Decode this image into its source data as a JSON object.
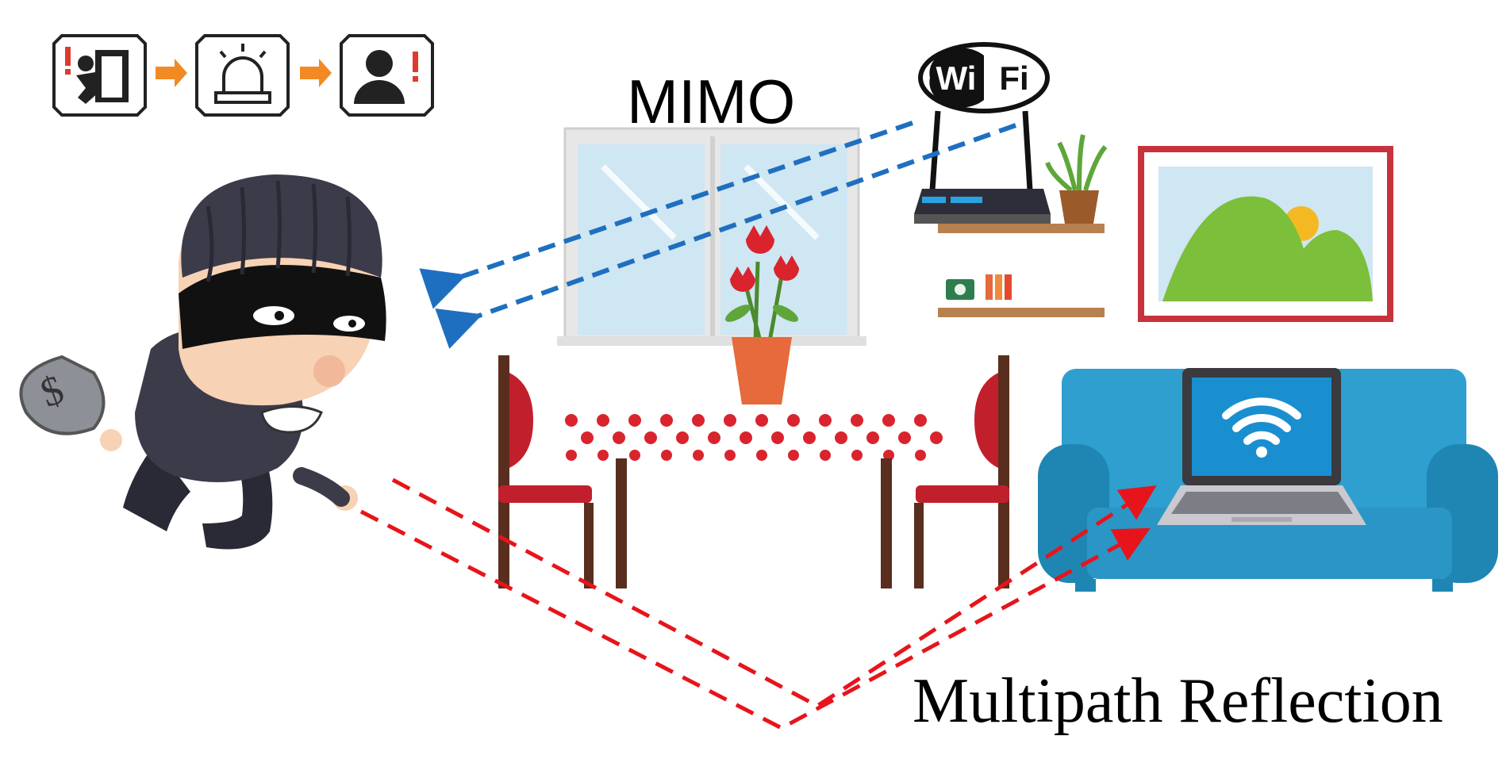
{
  "labels": {
    "mimo": "MIMO",
    "multipath": "Multipath Reflection",
    "wifi_left": "Wi",
    "wifi_right": "Fi",
    "money_symbol": "$"
  },
  "colors": {
    "signal_blue": "#1f6fc0",
    "signal_red": "#e8141b",
    "sofa_blue": "#2e9fcf",
    "sofa_dark": "#1f86b4",
    "chair_red": "#c21f2c",
    "wood_brown": "#5a2e1e",
    "shelf_brown": "#b7814f",
    "frame_red": "#c7323c",
    "window_glass": "#cfe6f3",
    "hill_green": "#7bbf3a",
    "sun_yellow": "#f4b823",
    "flower_red": "#d9242e",
    "vase_orange": "#e66a3c",
    "thief_dark": "#3b3b4a",
    "skin": "#f7d2b4",
    "arrow_orange": "#f28a24"
  },
  "icons": [
    "intruder-door-icon",
    "alarm-siren-icon",
    "user-alert-icon",
    "wifi-logo-icon",
    "wifi-signal-icon"
  ]
}
